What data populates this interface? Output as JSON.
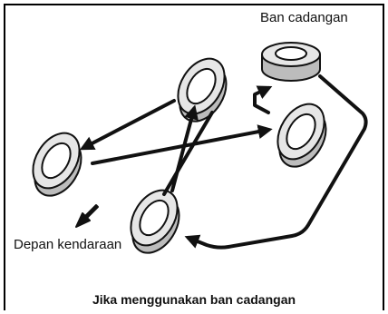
{
  "labels": {
    "spare_tire": "Ban cadangan",
    "vehicle_front": "Depan kendaraan"
  },
  "caption": "Jika menggunakan ban cadangan",
  "colors": {
    "tire_fill": "#e6e6e6",
    "tire_shade": "#bcbcbc",
    "stroke": "#111111"
  },
  "icons": [
    "tire-icon",
    "spare-tire-icon",
    "front-direction-arrow-icon"
  ]
}
